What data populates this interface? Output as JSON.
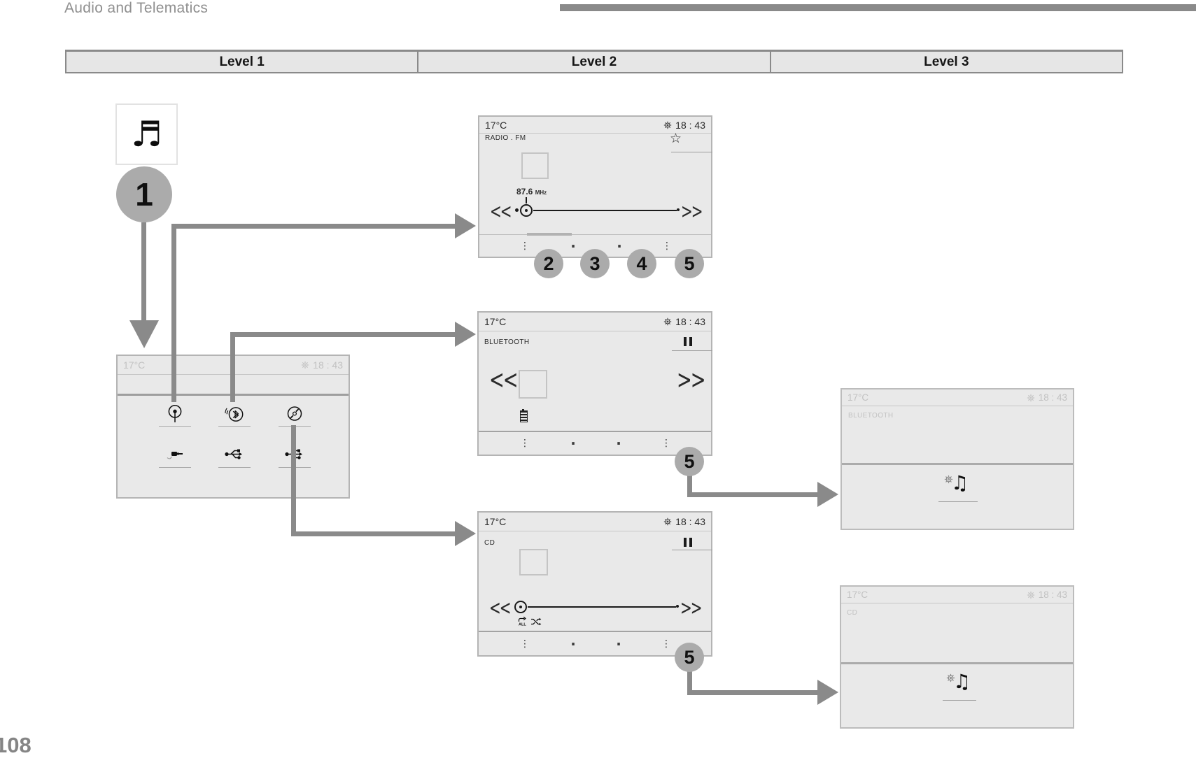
{
  "page": {
    "title": "Audio and Telematics",
    "page_number": "108"
  },
  "table": {
    "headers": [
      "Level 1",
      "Level 2",
      "Level 3"
    ]
  },
  "status": {
    "temperature": "17°C",
    "time": "18 : 43"
  },
  "callouts": {
    "n1": "1",
    "n2": "2",
    "n3": "3",
    "n4": "4",
    "n5": "5"
  },
  "icons": {
    "music_note": "♬",
    "settings_note": "♫",
    "star": "☆",
    "prev": "<<",
    "next": ">>",
    "dots_vertical": "⋮",
    "dot": "·",
    "repeat_all_label": "ALL"
  },
  "screens": {
    "radio": {
      "source": "RADIO . FM",
      "frequency": "87.6",
      "frequency_unit": "MHz"
    },
    "bluetooth": {
      "source": "BLUETOOTH"
    },
    "cd": {
      "source": "CD"
    },
    "bluetooth_settings": {
      "source": "BLUETOOTH"
    },
    "cd_settings": {
      "source": "CD"
    }
  },
  "colors": {
    "arrow_gray": "#8a8a8a",
    "screen_background": "#e9e9e9",
    "badge_fill": "#ababab",
    "dark_text": "#2b2b2b",
    "inactive_text": "#c2c2c2",
    "table_background": "#e6e6e6"
  }
}
